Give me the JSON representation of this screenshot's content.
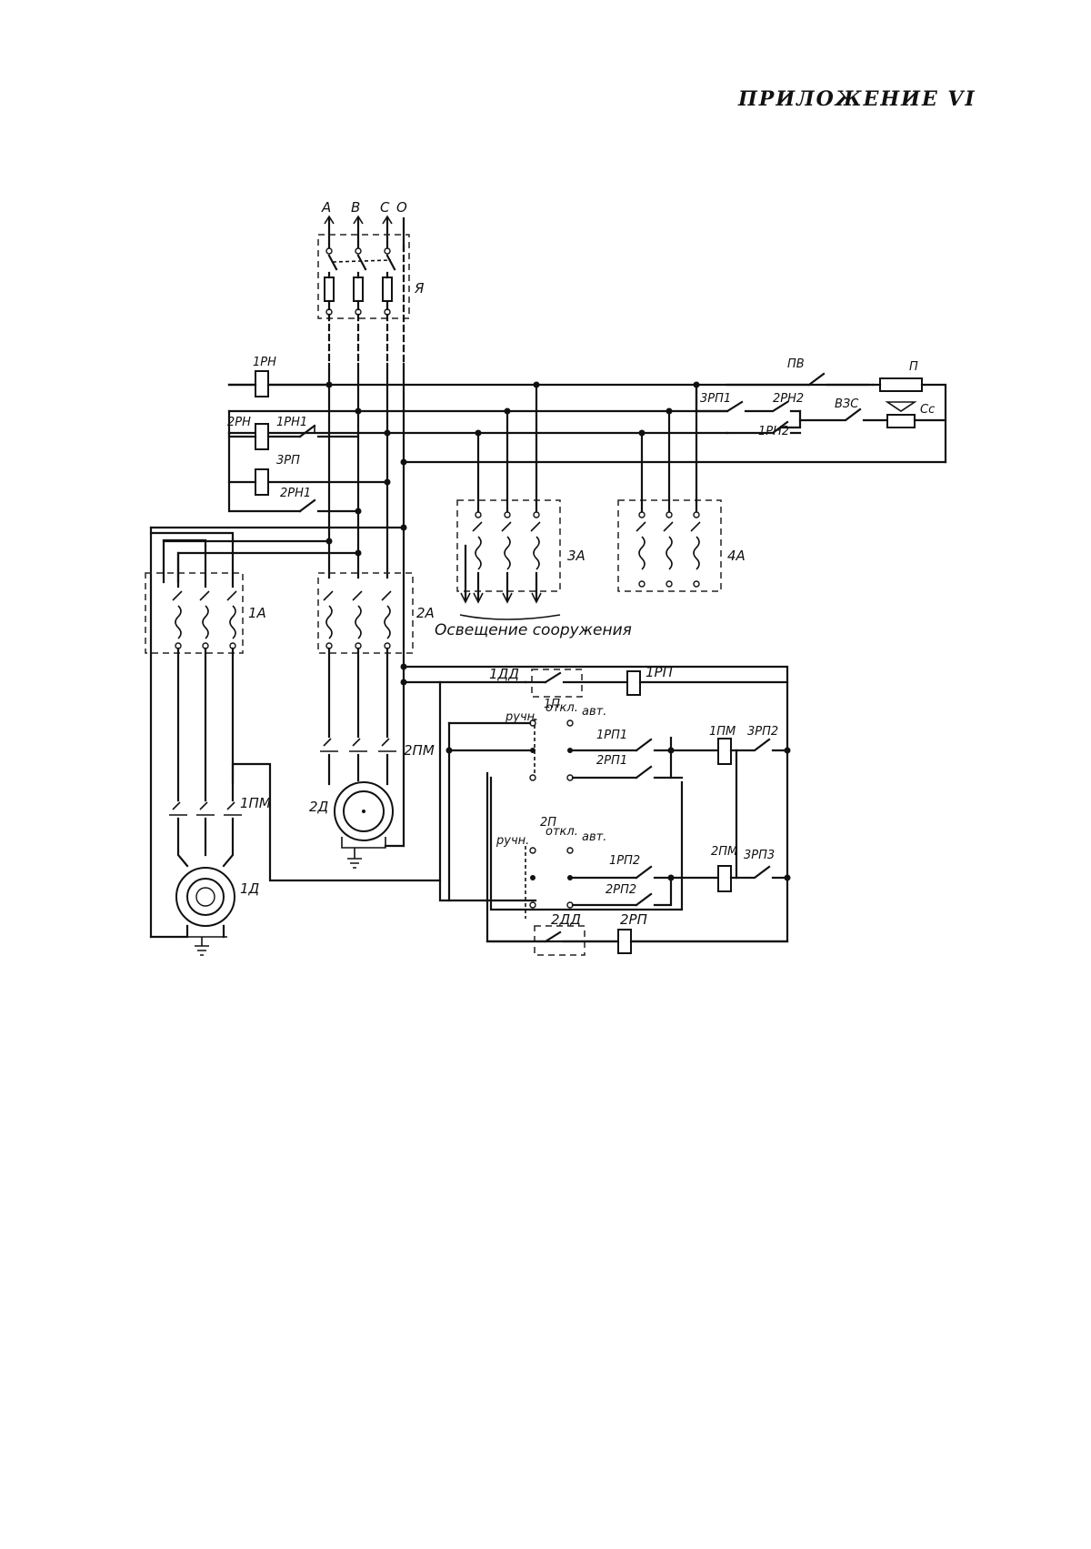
{
  "header": {
    "appendix": "ПРИЛОЖЕНИЕ VI"
  },
  "diagram": {
    "phases": [
      "A",
      "B",
      "C",
      "O"
    ],
    "main_switch": "Я",
    "relays": {
      "rn1": "1РН",
      "rn2": "2РН",
      "rn1_contact": "1РН1",
      "rp3": "3РП",
      "rn2_contact": "2РН1",
      "rp3_contact1": "3РП1",
      "rn2_contact2": "2РН2",
      "rn1_contact2": "1РН2"
    },
    "control_elements": {
      "pv": "ПВ",
      "p": "П",
      "vzs": "ВЗС",
      "cc": "Сс"
    },
    "breakers": {
      "a1": "1А",
      "a2": "2А",
      "a3": "3А",
      "a4": "4А"
    },
    "lighting_label": "Освещение сооружения",
    "starters": {
      "pm1": "1ПМ",
      "pm2": "2ПМ"
    },
    "motors": {
      "d1": "1Д",
      "d2": "2Д"
    },
    "switches": {
      "p1": "1П",
      "p2": "2П",
      "dd1": "1ДД",
      "dd2": "2ДД",
      "manual": "ручн.",
      "off": "откл.",
      "auto": "авт."
    },
    "control_relays": {
      "rp1": "1РП",
      "rp2": "2РП",
      "rp1_c1": "1РП1",
      "rp2_c1": "2РП1",
      "rp1_c2": "1РП2",
      "rp2_c2": "2РП2",
      "rp3_c2": "3РП2",
      "rp3_c3": "3РП3",
      "pm1_coil": "1ПМ",
      "pm2_coil": "2ПМ"
    }
  }
}
